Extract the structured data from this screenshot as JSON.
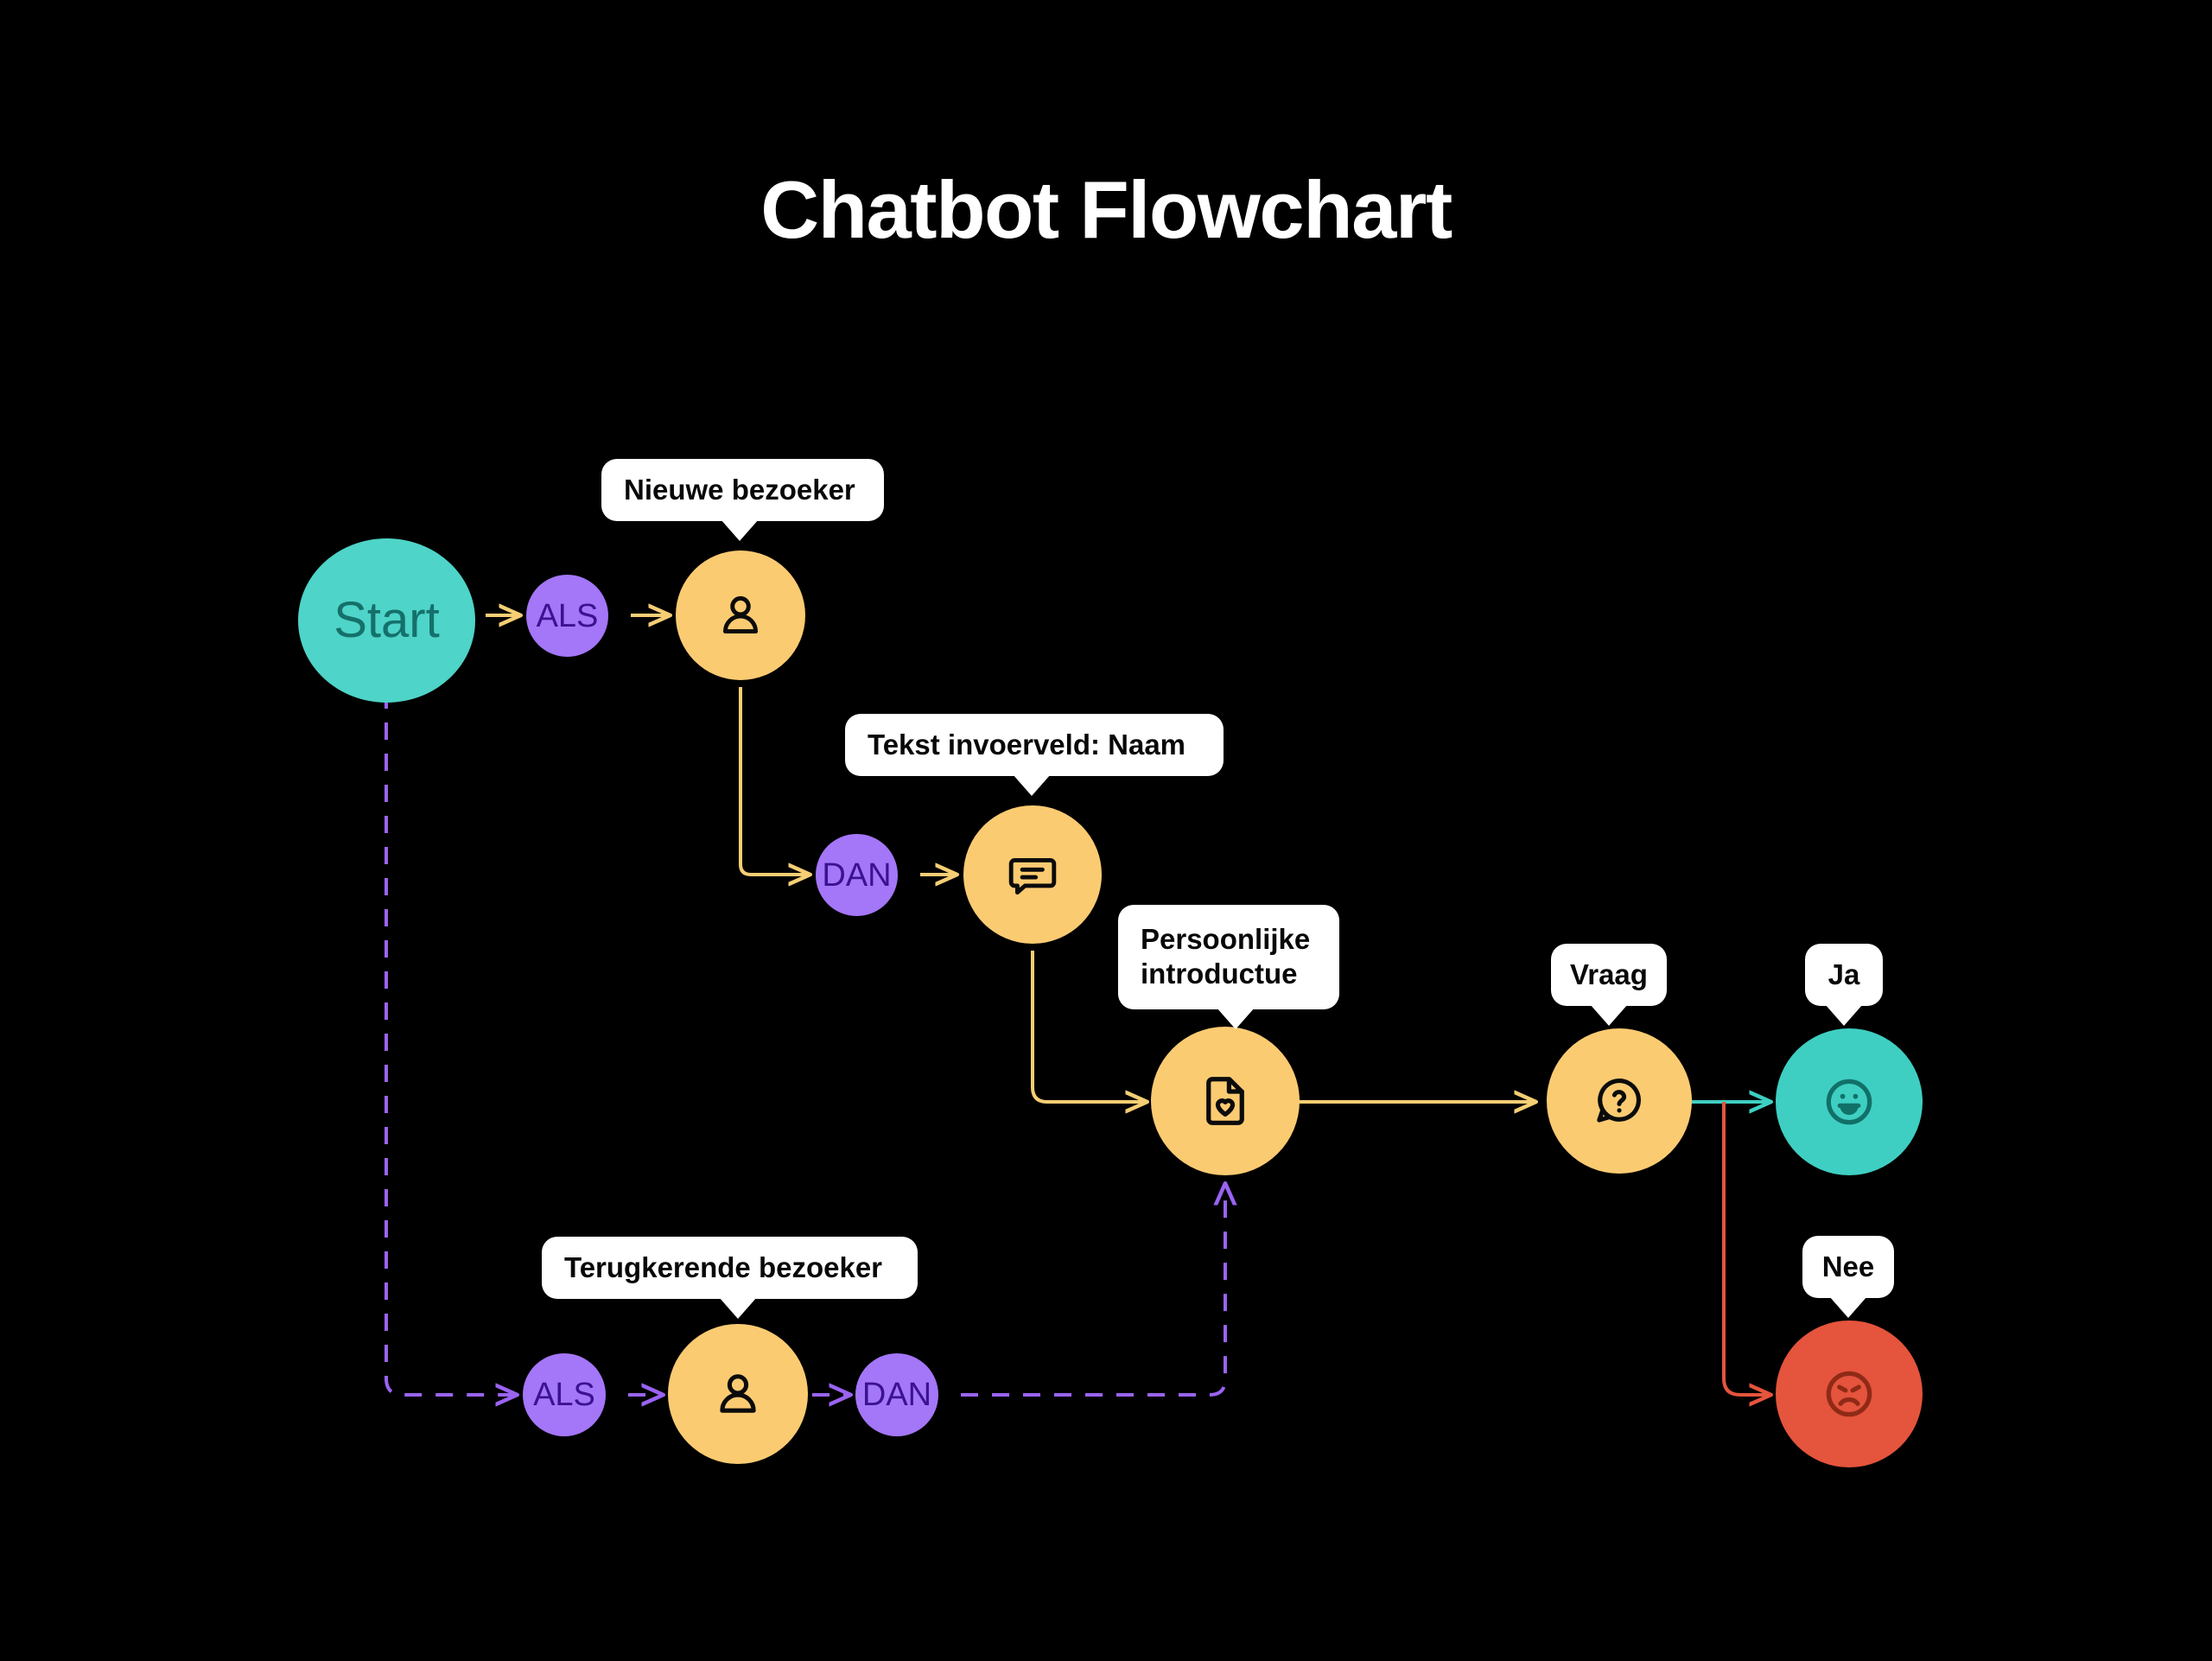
{
  "page": {
    "title": "Chatbot Flowchart",
    "background_color": "#000000",
    "title_color": "#ffffff"
  },
  "colors": {
    "teal": "#4ED4C8",
    "teal_dark_text": "#15706A",
    "purple": "#A476F8",
    "purple_dark_text": "#3B1290",
    "amber": "#FBCB72",
    "red": "#E5543C",
    "red_dark_icon": "#8F2A17",
    "bubble_bg": "#ffffff",
    "bubble_text": "#08080a",
    "edge_amber": "#F6CE74",
    "edge_purple": "#9A63F2",
    "edge_teal": "#3ECFC2",
    "edge_red": "#E5543C"
  },
  "nodes": {
    "start": {
      "label": "Start",
      "kind": "start",
      "color": "#4ED4C8"
    },
    "als_top": {
      "label": "ALS",
      "kind": "condition",
      "color": "#A476F8"
    },
    "new_visitor": {
      "label": "",
      "kind": "icon",
      "icon": "person-icon",
      "color": "#FBCB72"
    },
    "dan_top": {
      "label": "DAN",
      "kind": "condition",
      "color": "#A476F8"
    },
    "text_input": {
      "label": "",
      "kind": "icon",
      "icon": "chat-message-icon",
      "color": "#FBCB72"
    },
    "intro": {
      "label": "",
      "kind": "icon",
      "icon": "document-heart-icon",
      "color": "#FBCB72"
    },
    "question": {
      "label": "",
      "kind": "icon",
      "icon": "question-bubble-icon",
      "color": "#FBCB72"
    },
    "yes": {
      "label": "",
      "kind": "icon",
      "icon": "smiley-happy-icon",
      "color": "#3ECFC2"
    },
    "no": {
      "label": "",
      "kind": "icon",
      "icon": "smiley-sad-icon",
      "color": "#E5543C"
    },
    "als_bottom": {
      "label": "ALS",
      "kind": "condition",
      "color": "#A476F8"
    },
    "returning_visitor": {
      "label": "",
      "kind": "icon",
      "icon": "person-icon",
      "color": "#FBCB72"
    },
    "dan_bottom": {
      "label": "DAN",
      "kind": "condition",
      "color": "#A476F8"
    }
  },
  "bubbles": {
    "new_visitor": "Nieuwe bezoeker",
    "text_input": "Tekst invoerveld: Naam",
    "intro_line1": "Persoonlijke",
    "intro_line2": "introductue",
    "question": "Vraag",
    "yes": "Ja",
    "no": "Nee",
    "returning_visitor": "Terugkerende bezoeker"
  },
  "edges": [
    {
      "from": "start",
      "to": "als_top",
      "style": "solid",
      "color": "#F6CE74"
    },
    {
      "from": "als_top",
      "to": "new_visitor",
      "style": "solid",
      "color": "#F6CE74"
    },
    {
      "from": "new_visitor",
      "to": "dan_top",
      "style": "solid",
      "color": "#F6CE74"
    },
    {
      "from": "dan_top",
      "to": "text_input",
      "style": "solid",
      "color": "#F6CE74"
    },
    {
      "from": "text_input",
      "to": "intro",
      "style": "solid",
      "color": "#F6CE74"
    },
    {
      "from": "intro",
      "to": "question",
      "style": "solid",
      "color": "#F6CE74"
    },
    {
      "from": "question",
      "to": "yes",
      "style": "solid",
      "color": "#3ECFC2"
    },
    {
      "from": "question",
      "to": "no",
      "style": "solid",
      "color": "#E5543C"
    },
    {
      "from": "start",
      "to": "als_bottom",
      "style": "dashed",
      "color": "#9A63F2"
    },
    {
      "from": "als_bottom",
      "to": "returning_visitor",
      "style": "dashed",
      "color": "#9A63F2"
    },
    {
      "from": "returning_visitor",
      "to": "dan_bottom",
      "style": "dashed",
      "color": "#9A63F2"
    },
    {
      "from": "dan_bottom",
      "to": "intro",
      "style": "dashed",
      "color": "#9A63F2"
    }
  ]
}
